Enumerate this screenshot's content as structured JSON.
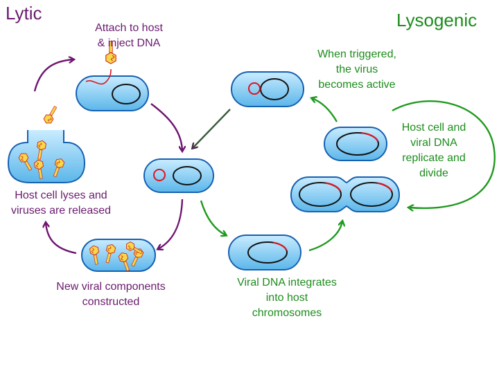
{
  "titles": {
    "lytic": "Lytic",
    "lysogenic": "Lysogenic"
  },
  "labels": {
    "attach": "Attach to host\n& inject DNA",
    "lyses": "Host cell lyses and\nviruses are released",
    "components": "New viral components\nconstructed",
    "integrates": "Viral DNA integrates\ninto host\nchromosomes",
    "triggered": "When triggered,\nthe virus\nbecomes active",
    "replicate": "Host cell and\nviral DNA\nreplicate and\ndivide"
  },
  "colors": {
    "lytic_arrow": "#6e1470",
    "lysogenic_arrow": "#1f9a1f",
    "cell_fill": "#7fcaf2",
    "cell_stroke": "#1560b0",
    "viral_dna": "#e0141e",
    "phage_fill": "#f7d84a",
    "phage_stroke": "#d2301e"
  }
}
